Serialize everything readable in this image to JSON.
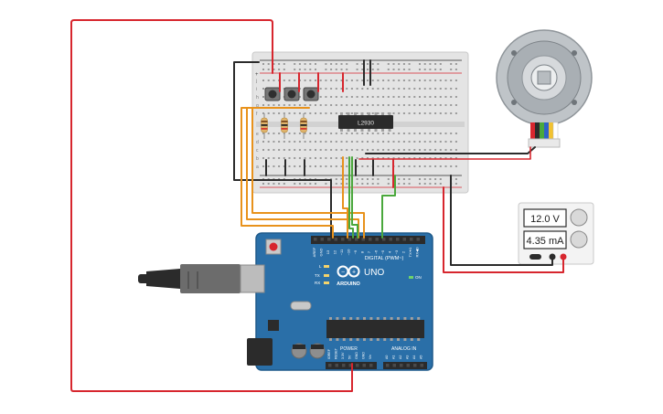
{
  "breadboard": {
    "rows_top": [
      "-",
      "+"
    ],
    "rows_side": [
      "j",
      "i",
      "h",
      "g",
      "f",
      "e",
      "d",
      "c",
      "b",
      "a"
    ]
  },
  "driver_chip": {
    "label": "L2930"
  },
  "arduino": {
    "brand": "ARDUINO",
    "model": "UNO",
    "digital_label": "DIGITAL (PWM~)",
    "power_label": "POWER",
    "analog_label": "ANALOG IN",
    "on_label": "ON",
    "tx_label": "TX",
    "rx_label": "RX",
    "l_label": "L",
    "digital_pins": [
      "AREF",
      "GND",
      "13",
      "12",
      "~11",
      "~10",
      "~9",
      "8",
      "7",
      "~6",
      "~5",
      "4",
      "~3",
      "2",
      "TX➜1",
      "RX◀0"
    ],
    "power_pins": [
      "IOREF",
      "RESET",
      "3.3V",
      "5V",
      "GND",
      "GND",
      "Vin"
    ],
    "analog_pins": [
      "A0",
      "A1",
      "A2",
      "A3",
      "A4",
      "A5"
    ]
  },
  "power_supply": {
    "voltage": "12.0 V",
    "current": "4.35 mA"
  },
  "colors": {
    "wire_red": "#d7262e",
    "wire_black": "#2b2b2b",
    "wire_orange": "#e8921c",
    "wire_green": "#4aa83c",
    "arduino_blue": "#2a6fa8",
    "breadboard": "#e6e6e6"
  }
}
